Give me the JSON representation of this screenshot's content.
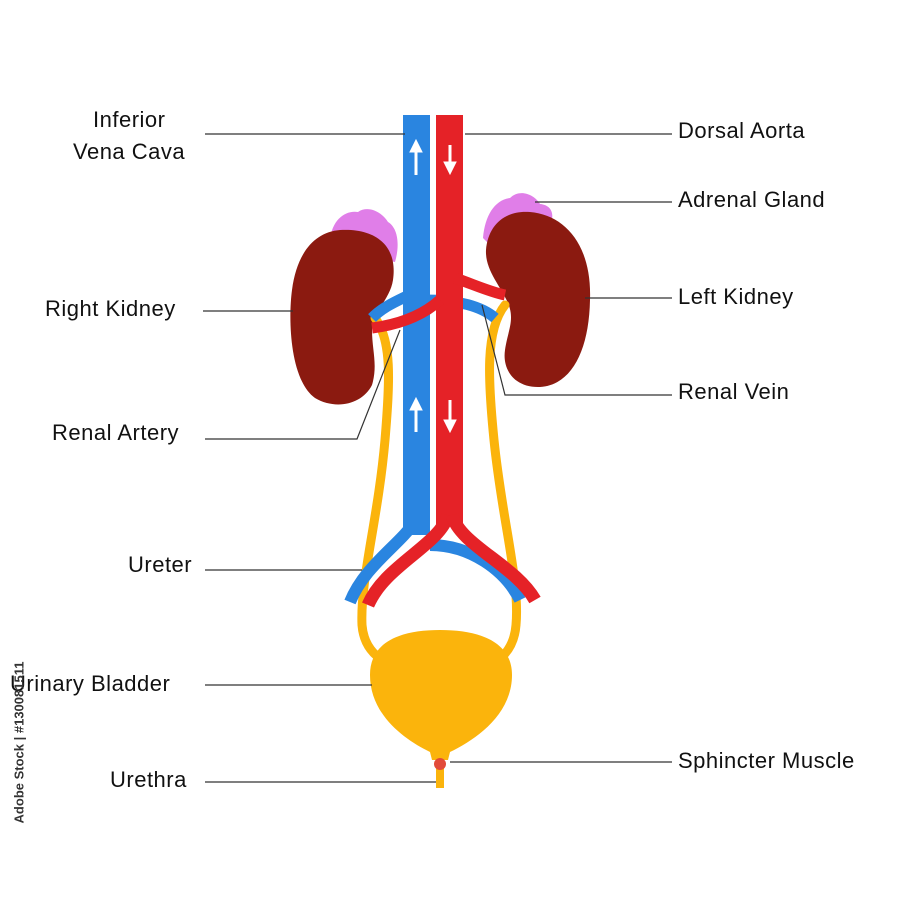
{
  "labels": {
    "ivc_line1": "Inferior",
    "ivc_line2": "Vena Cava",
    "dorsal_aorta": "Dorsal Aorta",
    "adrenal_gland": "Adrenal Gland",
    "right_kidney": "Right Kidney",
    "left_kidney": "Left Kidney",
    "renal_vein": "Renal Vein",
    "renal_artery": "Renal Artery",
    "ureter": "Ureter",
    "urinary_bladder": "Urinary Bladder",
    "sphincter_muscle": "Sphincter Muscle",
    "urethra": "Urethra"
  },
  "credit": "Adobe Stock | #130081511",
  "colors": {
    "vein": "#2a85e0",
    "artery": "#e52227",
    "kidney": "#8b1a10",
    "adrenal": "#e07ee8",
    "ureter": "#fbb40c"
  }
}
